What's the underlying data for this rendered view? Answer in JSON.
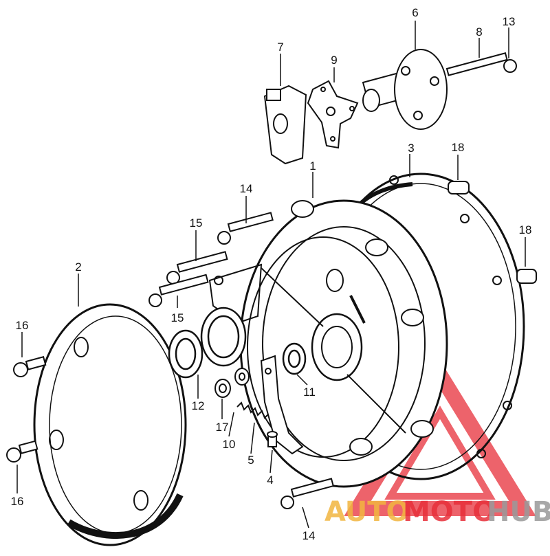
{
  "diagram": {
    "callouts": [
      {
        "id": "c1",
        "label": "1"
      },
      {
        "id": "c2",
        "label": "2"
      },
      {
        "id": "c3",
        "label": "3"
      },
      {
        "id": "c4",
        "label": "4"
      },
      {
        "id": "c5",
        "label": "5"
      },
      {
        "id": "c6",
        "label": "6"
      },
      {
        "id": "c7",
        "label": "7"
      },
      {
        "id": "c8",
        "label": "8"
      },
      {
        "id": "c9",
        "label": "9"
      },
      {
        "id": "c10",
        "label": "10"
      },
      {
        "id": "c11",
        "label": "11"
      },
      {
        "id": "c12",
        "label": "12"
      },
      {
        "id": "c13",
        "label": "13"
      },
      {
        "id": "c14a",
        "label": "14"
      },
      {
        "id": "c14b",
        "label": "14"
      },
      {
        "id": "c15a",
        "label": "15"
      },
      {
        "id": "c15b",
        "label": "15"
      },
      {
        "id": "c16a",
        "label": "16"
      },
      {
        "id": "c16b",
        "label": "16"
      },
      {
        "id": "c17",
        "label": "17"
      },
      {
        "id": "c18a",
        "label": "18"
      },
      {
        "id": "c18b",
        "label": "18"
      }
    ]
  },
  "watermark": {
    "part1": "AUTO",
    "part2": "MOTO",
    "part3": "HUB",
    "color_primary": "#e8303a",
    "color_secondary": "#f2b640",
    "color_tertiary": "#9a9a9a"
  }
}
